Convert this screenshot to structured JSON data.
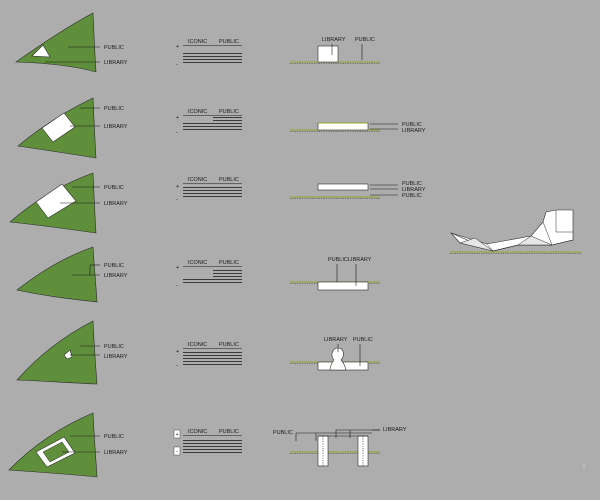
{
  "labels": {
    "public": "PUBLIC",
    "library": "LIBRARY",
    "iconic": "ICONIC",
    "plus": "+",
    "minus": "-"
  },
  "colors": {
    "background": "#adadad",
    "site_green": "#5f8f3b",
    "ground_line": "#8fa52a",
    "ink": "#1a1a1a"
  }
}
